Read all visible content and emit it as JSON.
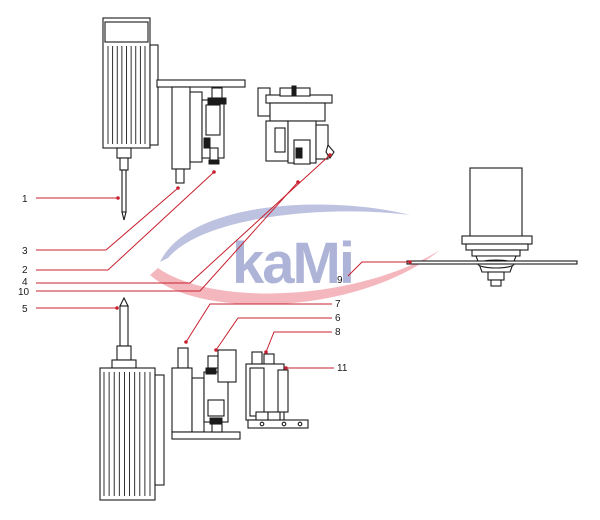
{
  "watermark": {
    "text": "kaMi",
    "swoosh_colors": {
      "blue": "#6b78b8",
      "red": "#e6606d"
    }
  },
  "colors": {
    "leader": "#c8202f",
    "line": "#1a1a1a"
  },
  "callouts": [
    {
      "id": "1",
      "label": "1"
    },
    {
      "id": "2",
      "label": "2"
    },
    {
      "id": "3",
      "label": "3"
    },
    {
      "id": "4",
      "label": "4"
    },
    {
      "id": "5",
      "label": "5"
    },
    {
      "id": "6",
      "label": "6"
    },
    {
      "id": "7",
      "label": "7"
    },
    {
      "id": "8",
      "label": "8"
    },
    {
      "id": "9",
      "label": "9"
    },
    {
      "id": "10",
      "label": "10"
    },
    {
      "id": "11",
      "label": "11"
    }
  ]
}
